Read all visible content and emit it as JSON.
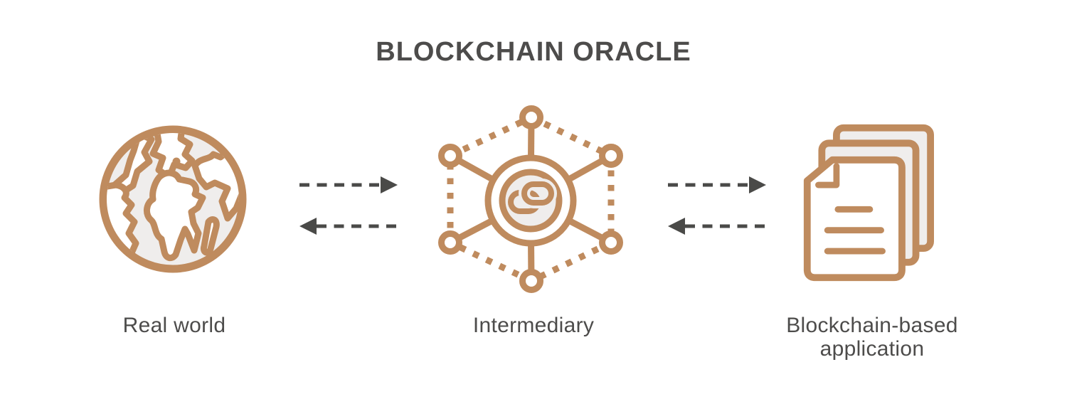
{
  "title": "BLOCKCHAIN ORACLE",
  "diagram": {
    "nodes": [
      {
        "id": "real-world",
        "label": "Real world",
        "icon": "globe-icon"
      },
      {
        "id": "intermediary",
        "label": "Intermediary",
        "icon": "network-chain-icon"
      },
      {
        "id": "blockchain-based-application",
        "label": "Blockchain-based application",
        "icon": "documents-icon"
      }
    ],
    "connections": [
      {
        "from": "real-world",
        "to": "intermediary",
        "style": "dashed",
        "direction": "bidirectional"
      },
      {
        "from": "intermediary",
        "to": "blockchain-based-application",
        "style": "dashed",
        "direction": "bidirectional"
      }
    ]
  },
  "colors": {
    "accent_tan": "#bf8b5e",
    "icon_fill": "#efedec",
    "text_dark": "#4d4c4b",
    "arrow_dark": "#4a4a48",
    "background": "#ffffff"
  }
}
